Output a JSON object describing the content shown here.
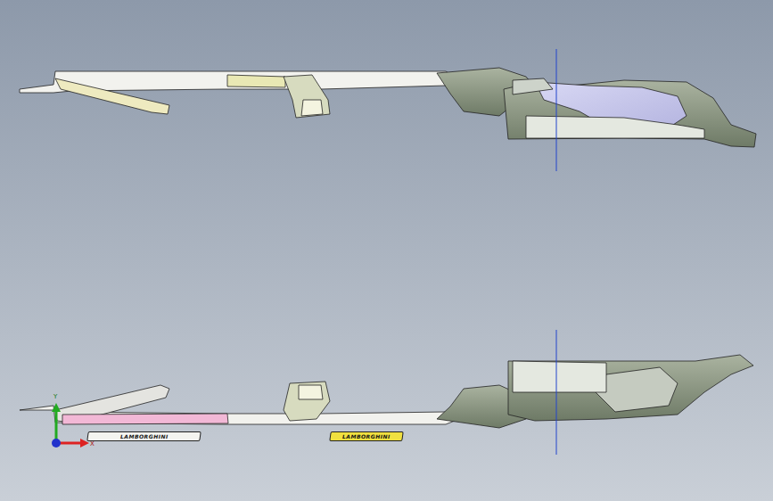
{
  "diagram": {
    "nodes": [
      {
        "text": [
          "LAMBORGHINI"
        ]
      },
      {
        "text": [
          "LAMBORGHINI"
        ]
      }
    ],
    "labels": [
      "Y",
      "X"
    ]
  }
}
